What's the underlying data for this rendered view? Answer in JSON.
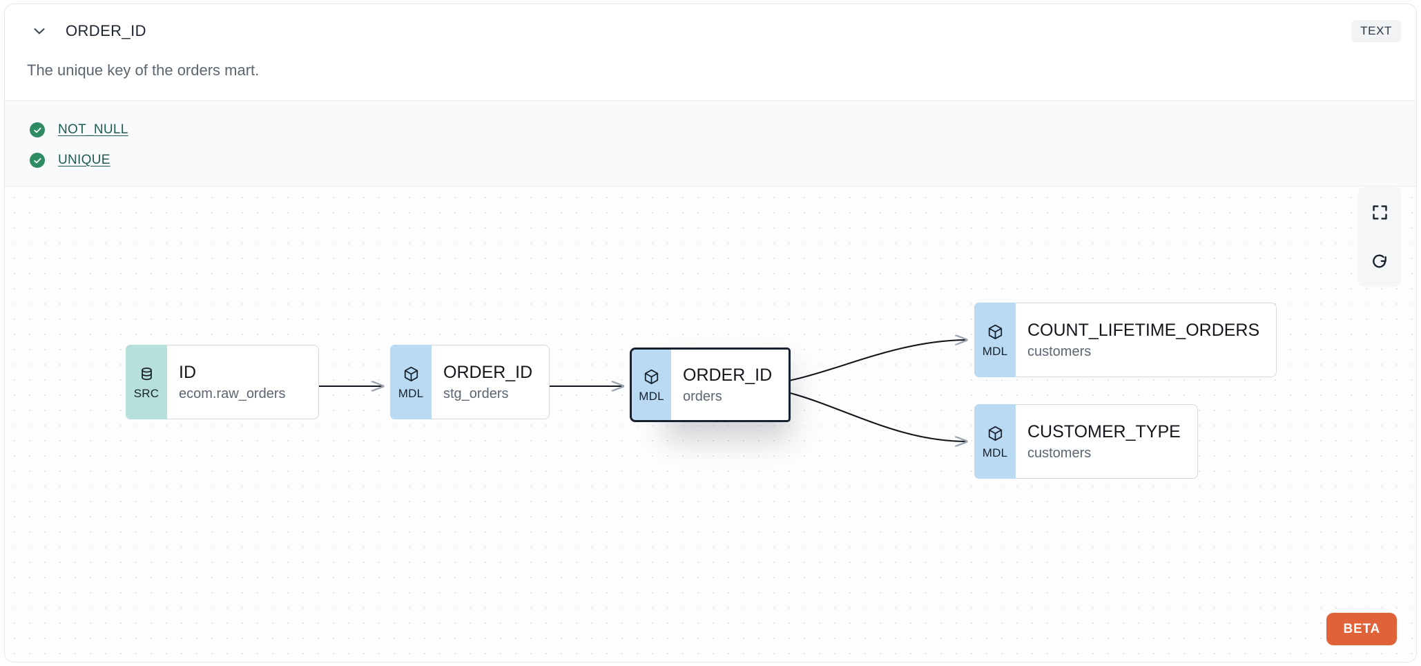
{
  "header": {
    "chevron_icon": "chevron-down-icon",
    "column_name": "ORDER_ID",
    "data_type": "TEXT",
    "description": "The unique key of the orders mart."
  },
  "tests": [
    {
      "icon": "check-circle-icon",
      "label": "NOT_NULL",
      "status": "passing"
    },
    {
      "icon": "check-circle-icon",
      "label": "UNIQUE",
      "status": "passing"
    }
  ],
  "lineage": {
    "nodes": [
      {
        "id": "src",
        "badge": "SRC",
        "badge_icon": "database-icon",
        "name": "ID",
        "parent": "ecom.raw_orders",
        "selected": false
      },
      {
        "id": "stg",
        "badge": "MDL",
        "badge_icon": "cube-icon",
        "name": "ORDER_ID",
        "parent": "stg_orders",
        "selected": false
      },
      {
        "id": "orders",
        "badge": "MDL",
        "badge_icon": "cube-icon",
        "name": "ORDER_ID",
        "parent": "orders",
        "selected": true
      },
      {
        "id": "count",
        "badge": "MDL",
        "badge_icon": "cube-icon",
        "name": "COUNT_LIFETIME_ORDERS",
        "parent": "customers",
        "selected": false
      },
      {
        "id": "custtype",
        "badge": "MDL",
        "badge_icon": "cube-icon",
        "name": "CUSTOMER_TYPE",
        "parent": "customers",
        "selected": false
      }
    ],
    "edges": [
      {
        "from": "src",
        "to": "stg"
      },
      {
        "from": "stg",
        "to": "orders"
      },
      {
        "from": "orders",
        "to": "count"
      },
      {
        "from": "orders",
        "to": "custtype"
      }
    ],
    "toolbar": [
      {
        "name": "fullscreen-button",
        "icon": "fullscreen-icon"
      },
      {
        "name": "refresh-button",
        "icon": "refresh-icon"
      }
    ],
    "beta_label": "BETA"
  },
  "colors": {
    "src_badge": "#B7DFDC",
    "mdl_badge": "#B9DAF2",
    "selected_border": "#17202E",
    "test_pass": "#2E8B62",
    "link": "#1E5B52",
    "beta": "#DF6239",
    "type_badge_bg": "#F1F3F5"
  }
}
